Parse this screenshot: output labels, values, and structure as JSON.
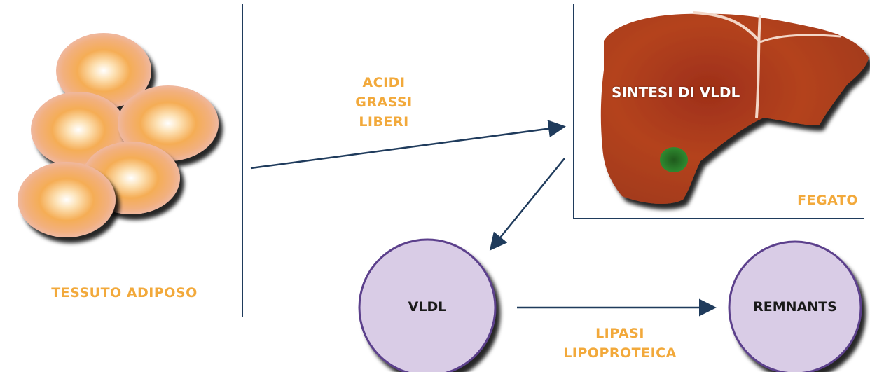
{
  "adipose": {
    "label": "TESSUTO ADIPOSO"
  },
  "liver": {
    "label": "FEGATO",
    "synthesis_label": "SINTESI DI VLDL"
  },
  "arrow_ffa": {
    "label_lines": [
      "ACIDI",
      "GRASSI",
      "LIBERI"
    ]
  },
  "vldl": {
    "label": "VLDL"
  },
  "remnants": {
    "label": "REMNANTS"
  },
  "arrow_lipase": {
    "label_lines": [
      "LIPASI",
      "LIPOPROTEICA"
    ]
  },
  "colors": {
    "label_orange": "#f2a93b",
    "arrow_navy": "#1f3b5c",
    "circle_fill": "#d9cce6",
    "circle_stroke": "#5b3f8c",
    "liver_red": "#a8391f",
    "fat_cell_orange": "#f0a24a"
  }
}
